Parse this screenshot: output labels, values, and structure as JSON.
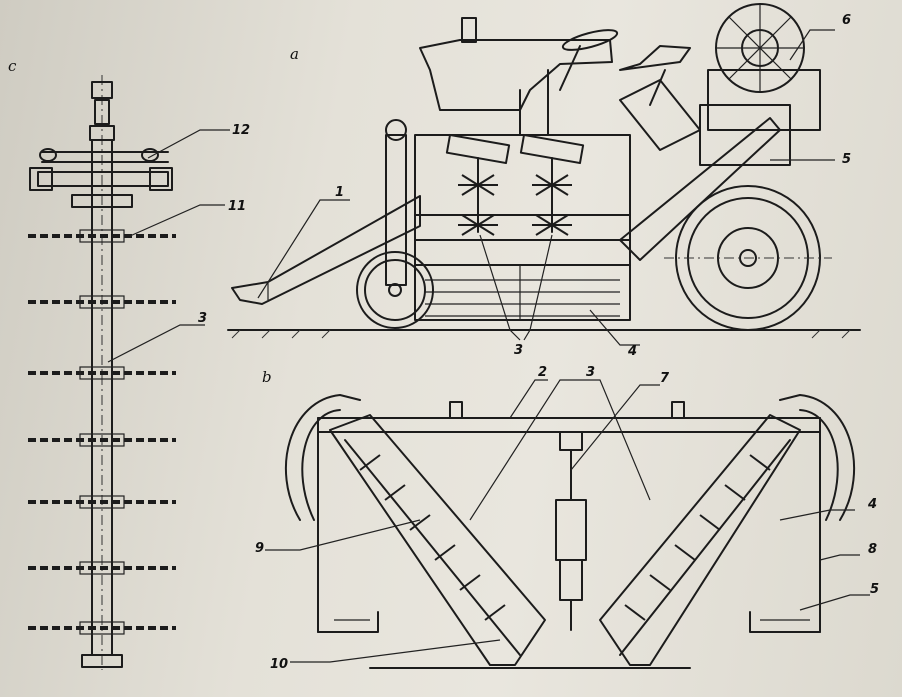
{
  "panels": {
    "a": {
      "label": "a"
    },
    "b": {
      "label": "b"
    },
    "c": {
      "label": "c"
    }
  },
  "callouts": {
    "n1": "1",
    "n2": "2",
    "n3a": "3",
    "n3b": "3",
    "n3c": "3",
    "n4a": "4",
    "n4b": "4",
    "n5a": "5",
    "n5b": "5",
    "n6": "6",
    "n7": "7",
    "n8": "8",
    "n9": "9",
    "n10": "10",
    "n11": "11",
    "n12": "12"
  }
}
